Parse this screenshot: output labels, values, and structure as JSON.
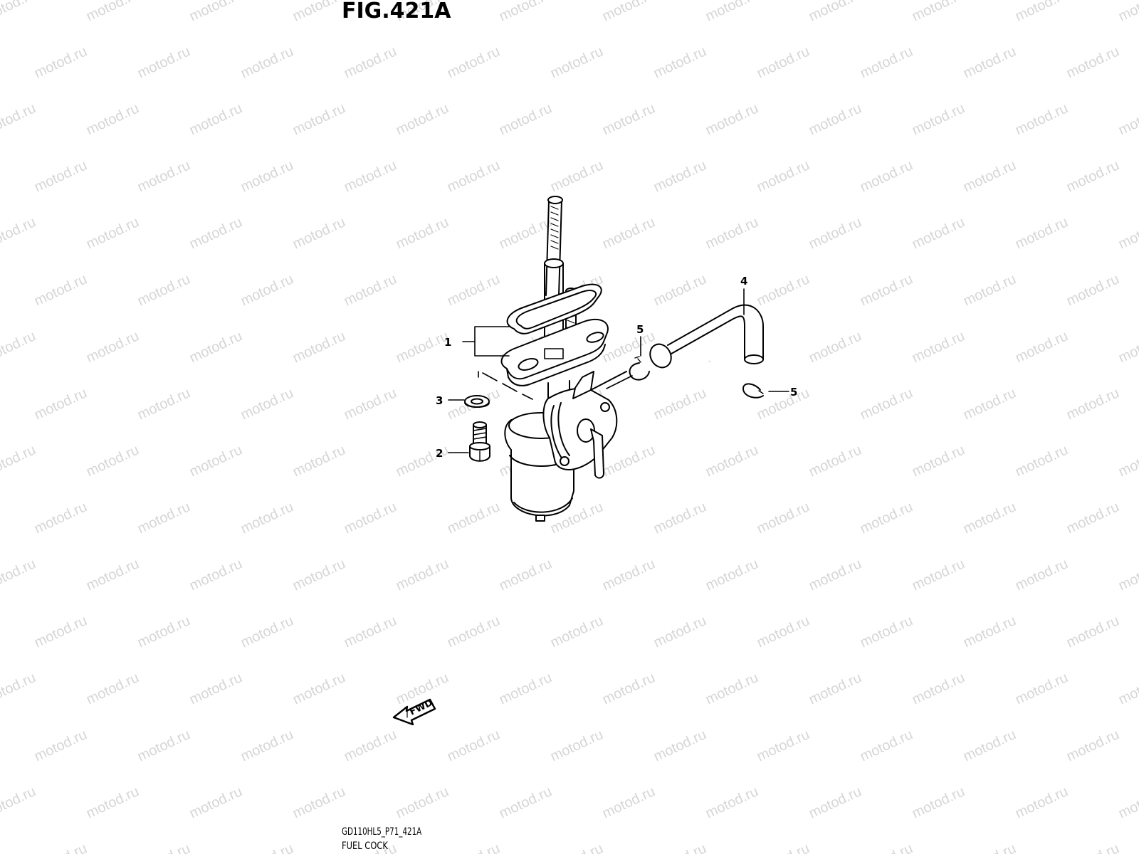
{
  "figure": {
    "title": "FIG.421A",
    "code": "GD110HL5_P71_421A",
    "name": "FUEL COCK"
  },
  "watermark": {
    "text": "motod.ru",
    "color": "#d6d6d6"
  },
  "callouts": [
    "1",
    "2",
    "3",
    "4",
    "5",
    "5"
  ],
  "fwd_arrow": {
    "text": "FWD"
  },
  "colors": {
    "line": "#000000",
    "background": "#ffffff"
  }
}
